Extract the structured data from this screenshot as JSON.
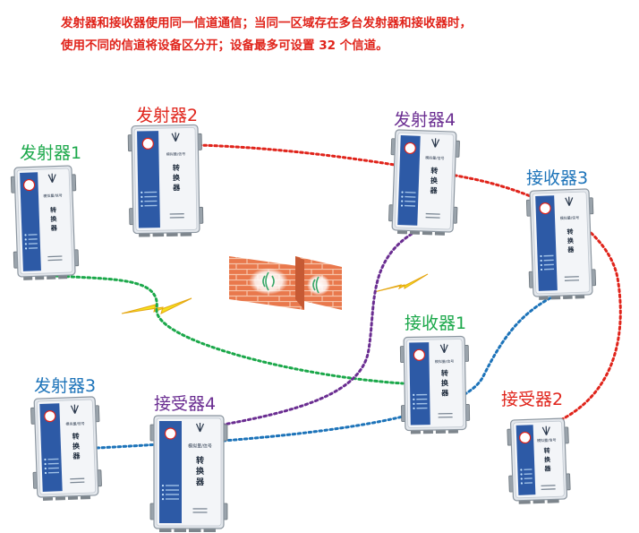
{
  "description_lines": [
    "发射器和接收器使用同一信道通信；当同一区域存在多台发射器和接收器时，",
    "使用不同的信道将设备区分开；设备最多可设置 32 个信道。"
  ],
  "device_text": {
    "title": "转换器",
    "brand": "模拟量/信号"
  },
  "colors": {
    "red": "#e0241b",
    "green": "#1ba84a",
    "purple": "#6a2d91",
    "blue": "#1c73b9",
    "device_panel": "#2d5aa6"
  },
  "devices": [
    {
      "id": "tx1",
      "label": "发射器1",
      "color": "#1ba84a"
    },
    {
      "id": "tx2",
      "label": "发射器2",
      "color": "#e0241b"
    },
    {
      "id": "tx3",
      "label": "发射器3",
      "color": "#1c73b9"
    },
    {
      "id": "tx4",
      "label": "发射器4",
      "color": "#6a2d91"
    },
    {
      "id": "rx1",
      "label": "接收器1",
      "color": "#1ba84a"
    },
    {
      "id": "rx2",
      "label": "接受器2",
      "color": "#e0241b"
    },
    {
      "id": "rx3",
      "label": "接收器3",
      "color": "#1c73b9"
    },
    {
      "id": "rx4",
      "label": "接受器4",
      "color": "#6a2d91"
    }
  ],
  "decor": {
    "wall": "brick-wall",
    "signal": "lightning-icon"
  }
}
